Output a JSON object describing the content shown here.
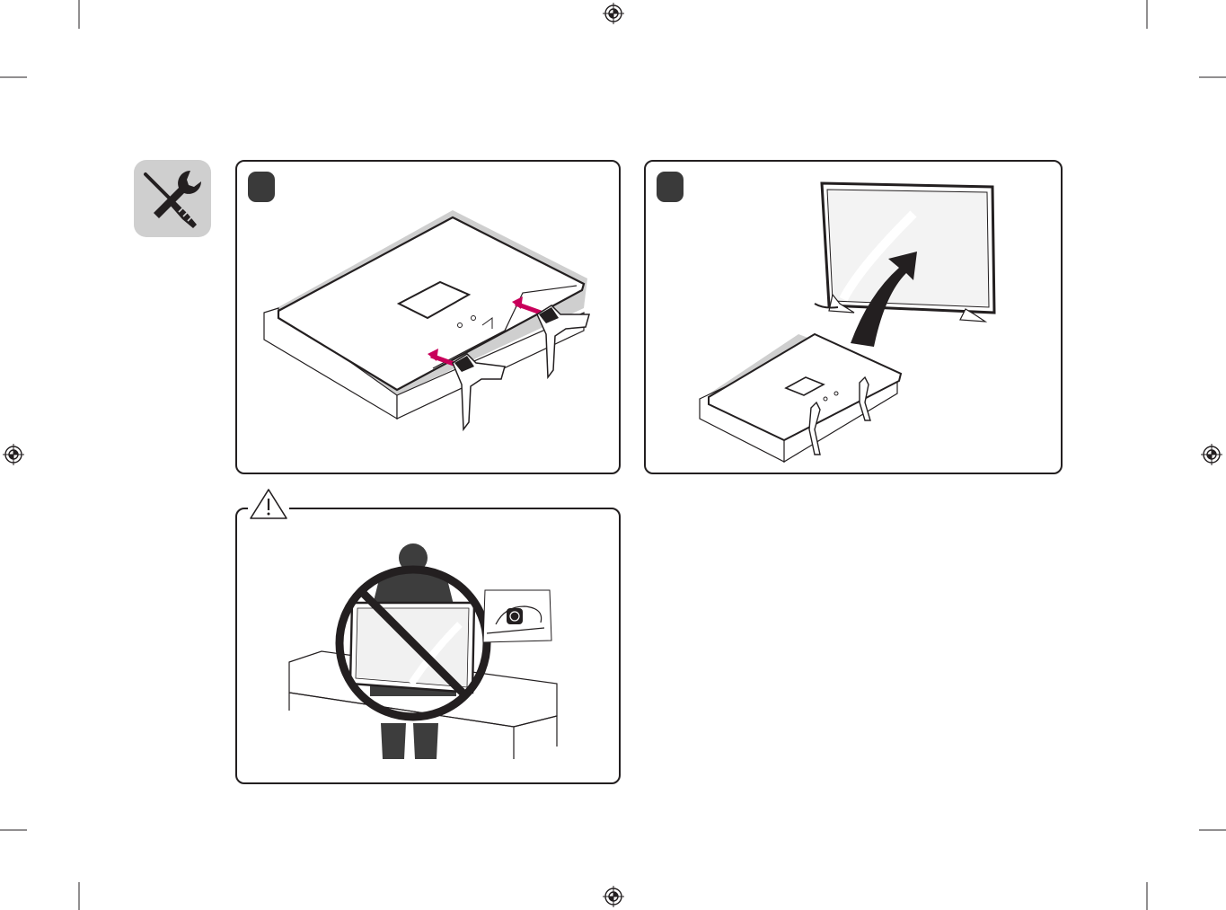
{
  "page": {
    "title": "",
    "background": "#ffffff",
    "ink": "#231f20",
    "accent": "#c8005a",
    "shadow": "#cfcfcf"
  },
  "icons": {
    "tools": "screwdriver-wrench-icon",
    "caution": "warning-triangle-icon",
    "prohibited": "prohibited-icon",
    "registration": "crosshair-registration-icon"
  },
  "steps": [
    {
      "number": "",
      "illustration": "attach-stand-legs"
    },
    {
      "number": "",
      "illustration": "lift-tv-upright"
    }
  ],
  "caution": {
    "illustration": "do-not-hold-by-screen"
  }
}
